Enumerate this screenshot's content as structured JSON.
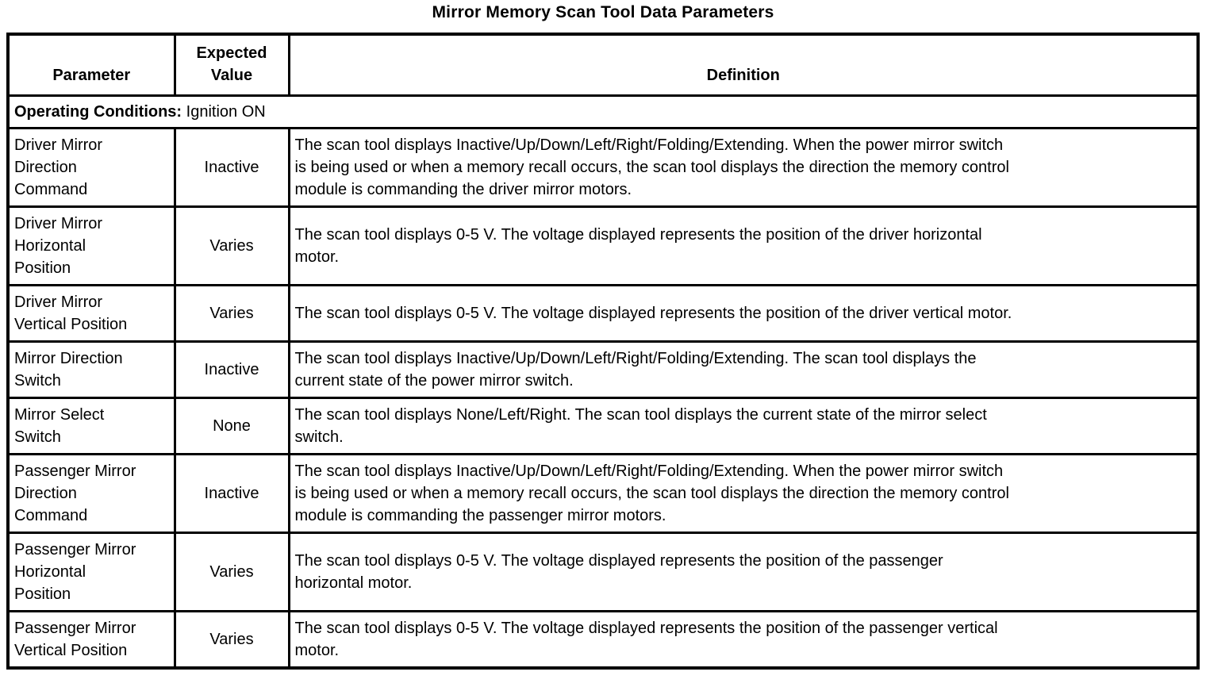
{
  "title": "Mirror Memory Scan Tool Data Parameters",
  "table": {
    "headers": {
      "parameter": "Parameter",
      "expected_value": "Expected Value",
      "definition": "Definition"
    },
    "operating_conditions": {
      "label": "Operating Conditions:",
      "value": "Ignition ON"
    },
    "rows": [
      {
        "parameter": "Driver Mirror\nDirection\nCommand",
        "expected_value": "Inactive",
        "definition": "The scan tool displays Inactive/Up/Down/Left/Right/Folding/Extending. When the power mirror switch\nis being used or when a memory recall occurs, the scan tool displays the direction the memory control\nmodule is commanding the driver mirror motors."
      },
      {
        "parameter": "Driver Mirror\nHorizontal\nPosition",
        "expected_value": "Varies",
        "definition": "The scan tool displays 0-5 V. The voltage displayed represents the position of the driver horizontal\nmotor."
      },
      {
        "parameter": "Driver Mirror\nVertical Position",
        "expected_value": "Varies",
        "definition": "The scan tool displays 0-5 V. The voltage displayed represents the position of the driver vertical motor."
      },
      {
        "parameter": "Mirror Direction\nSwitch",
        "expected_value": "Inactive",
        "definition": "The scan tool displays Inactive/Up/Down/Left/Right/Folding/Extending. The scan tool displays the\ncurrent state of the power mirror switch."
      },
      {
        "parameter": "Mirror Select\nSwitch",
        "expected_value": "None",
        "definition": "The scan tool displays None/Left/Right. The scan tool displays the current state of the mirror select\nswitch."
      },
      {
        "parameter": "Passenger Mirror\nDirection\nCommand",
        "expected_value": "Inactive",
        "definition": "The scan tool displays Inactive/Up/Down/Left/Right/Folding/Extending. When the power mirror switch\nis being used or when a memory recall occurs, the scan tool displays the direction the memory control\nmodule is commanding the passenger mirror motors."
      },
      {
        "parameter": "Passenger Mirror\nHorizontal\nPosition",
        "expected_value": "Varies",
        "definition": "The scan tool displays 0-5 V. The voltage displayed represents the position of the passenger\nhorizontal motor."
      },
      {
        "parameter": "Passenger Mirror\nVertical Position",
        "expected_value": "Varies",
        "definition": "The scan tool displays 0-5 V. The voltage displayed represents the position of the passenger vertical\nmotor."
      }
    ]
  }
}
